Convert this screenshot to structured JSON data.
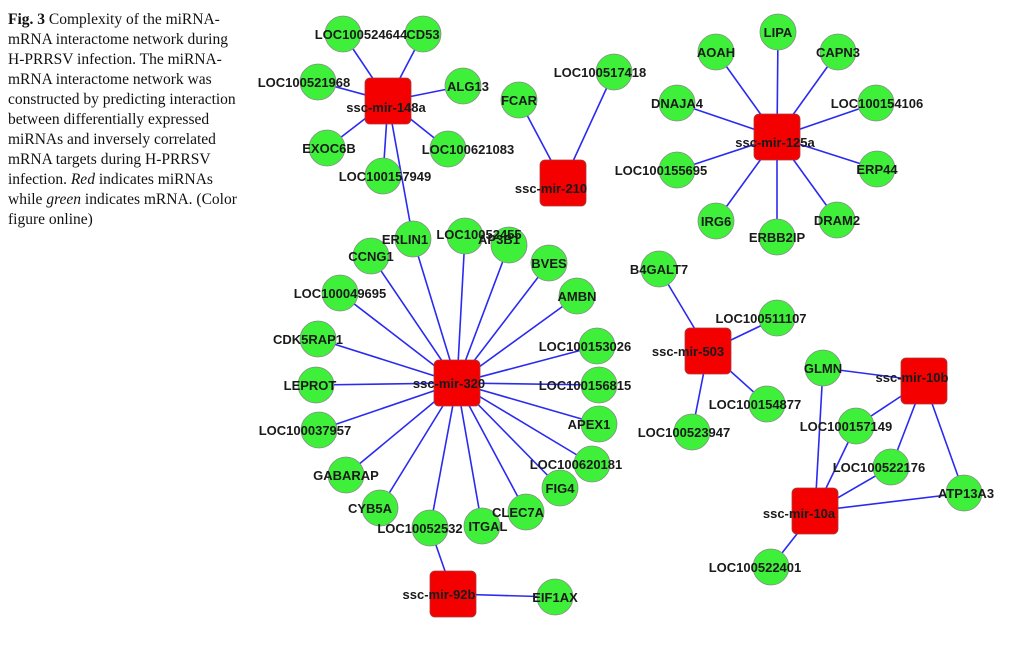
{
  "caption": {
    "fig_label": "Fig. 3",
    "text_1": " Complexity of the miRNA-mRNA interactome network during H-PRRSV infection. The miRNA-mRNA interactome network was constructed by predicting interaction between differentially expressed miRNAs and inversely correlated mRNA targets during H-PRRSV infection. ",
    "red_word": "Red",
    "text_2": " indicates miRNAs while ",
    "green_word": "green",
    "text_3": " indicates mRNA. (Color figure online)"
  },
  "legend": {
    "mirna_color": "#f40000",
    "mrna_color": "#3ef03a",
    "edge_color": "#2a2af0"
  },
  "network": {
    "mirnas": [
      "ssc-mir-148a",
      "ssc-mir-210",
      "ssc-mir-125a",
      "ssc-mir-320",
      "ssc-mir-92b",
      "ssc-mir-503",
      "ssc-mir-10b",
      "ssc-mir-10a"
    ],
    "mrnas": [
      "LOC100524644",
      "CD53",
      "LOC100521968",
      "ALG13",
      "EXOC6B",
      "LOC100621083",
      "LOC100157949",
      "ERLIN1",
      "FCAR",
      "LOC100517418",
      "LIPA",
      "AOAH",
      "CAPN3",
      "DNAJA4",
      "LOC100154106",
      "LOC100155695",
      "ERP44",
      "IRG6",
      "ERBB2IP",
      "DRAM2",
      "LOC10052455",
      "CCNG1",
      "AP3B1",
      "BVES",
      "LOC100049695",
      "AMBN",
      "CDK5RAP1",
      "LOC100153026",
      "LEPROT",
      "LOC100156815",
      "APEX1",
      "LOC100037957",
      "LOC100620181",
      "GABARAP",
      "FIG4",
      "CYB5A",
      "CLEC7A",
      "LOC10052532",
      "ITGAL",
      "EIF1AX",
      "B4GALT7",
      "LOC100511107",
      "LOC100154877",
      "LOC100523947",
      "GLMN",
      "LOC100157149",
      "LOC100522176",
      "ATP13A3",
      "LOC100522401"
    ],
    "edges": [
      [
        "ssc-mir-148a",
        "LOC100524644"
      ],
      [
        "ssc-mir-148a",
        "CD53"
      ],
      [
        "ssc-mir-148a",
        "LOC100521968"
      ],
      [
        "ssc-mir-148a",
        "ALG13"
      ],
      [
        "ssc-mir-148a",
        "EXOC6B"
      ],
      [
        "ssc-mir-148a",
        "LOC100621083"
      ],
      [
        "ssc-mir-148a",
        "LOC100157949"
      ],
      [
        "ssc-mir-148a",
        "ERLIN1"
      ],
      [
        "ssc-mir-210",
        "FCAR"
      ],
      [
        "ssc-mir-210",
        "LOC100517418"
      ],
      [
        "ssc-mir-125a",
        "LIPA"
      ],
      [
        "ssc-mir-125a",
        "AOAH"
      ],
      [
        "ssc-mir-125a",
        "CAPN3"
      ],
      [
        "ssc-mir-125a",
        "DNAJA4"
      ],
      [
        "ssc-mir-125a",
        "LOC100154106"
      ],
      [
        "ssc-mir-125a",
        "LOC100155695"
      ],
      [
        "ssc-mir-125a",
        "ERP44"
      ],
      [
        "ssc-mir-125a",
        "IRG6"
      ],
      [
        "ssc-mir-125a",
        "ERBB2IP"
      ],
      [
        "ssc-mir-125a",
        "DRAM2"
      ],
      [
        "ssc-mir-320",
        "ERLIN1"
      ],
      [
        "ssc-mir-320",
        "LOC10052455"
      ],
      [
        "ssc-mir-320",
        "CCNG1"
      ],
      [
        "ssc-mir-320",
        "AP3B1"
      ],
      [
        "ssc-mir-320",
        "BVES"
      ],
      [
        "ssc-mir-320",
        "LOC100049695"
      ],
      [
        "ssc-mir-320",
        "AMBN"
      ],
      [
        "ssc-mir-320",
        "CDK5RAP1"
      ],
      [
        "ssc-mir-320",
        "LOC100153026"
      ],
      [
        "ssc-mir-320",
        "LEPROT"
      ],
      [
        "ssc-mir-320",
        "LOC100156815"
      ],
      [
        "ssc-mir-320",
        "APEX1"
      ],
      [
        "ssc-mir-320",
        "LOC100037957"
      ],
      [
        "ssc-mir-320",
        "LOC100620181"
      ],
      [
        "ssc-mir-320",
        "GABARAP"
      ],
      [
        "ssc-mir-320",
        "FIG4"
      ],
      [
        "ssc-mir-320",
        "CYB5A"
      ],
      [
        "ssc-mir-320",
        "CLEC7A"
      ],
      [
        "ssc-mir-320",
        "LOC10052532"
      ],
      [
        "ssc-mir-320",
        "ITGAL"
      ],
      [
        "ssc-mir-92b",
        "LOC10052532"
      ],
      [
        "ssc-mir-92b",
        "EIF1AX"
      ],
      [
        "ssc-mir-503",
        "B4GALT7"
      ],
      [
        "ssc-mir-503",
        "LOC100511107"
      ],
      [
        "ssc-mir-503",
        "LOC100154877"
      ],
      [
        "ssc-mir-503",
        "LOC100523947"
      ],
      [
        "ssc-mir-10b",
        "GLMN"
      ],
      [
        "ssc-mir-10b",
        "LOC100157149"
      ],
      [
        "ssc-mir-10b",
        "LOC100522176"
      ],
      [
        "ssc-mir-10b",
        "ATP13A3"
      ],
      [
        "ssc-mir-10a",
        "GLMN"
      ],
      [
        "ssc-mir-10a",
        "LOC100157149"
      ],
      [
        "ssc-mir-10a",
        "LOC100522176"
      ],
      [
        "ssc-mir-10a",
        "ATP13A3"
      ],
      [
        "ssc-mir-10a",
        "LOC100522401"
      ]
    ]
  }
}
